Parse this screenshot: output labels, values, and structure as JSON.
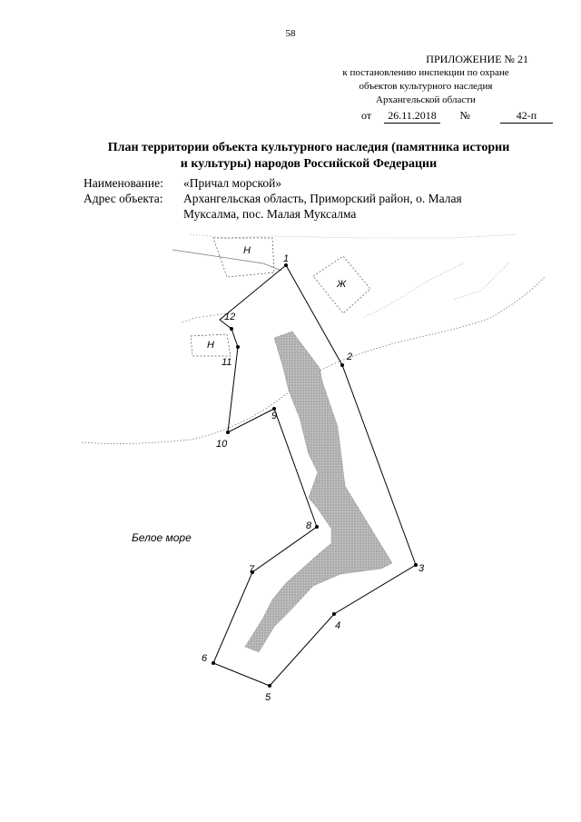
{
  "page_number": "58",
  "appendix": {
    "title": "ПРИЛОЖЕНИЕ № 21",
    "lines": [
      "к постановлению инспекции по охране",
      "объектов культурного наследия",
      "Архангельской области"
    ],
    "from_label": "от",
    "date": "26.11.2018",
    "number_label": "№",
    "number": "42-п"
  },
  "plan_title": [
    "План территории объекта культурного наследия (памятника истории",
    "и культуры) народов Российской Федерации"
  ],
  "name_label": "Наименование:",
  "name_value": "«Причал морской»",
  "address_label": "Адрес объекта:",
  "address_lines": [
    "Архангельская область, Приморский район, о. Малая",
    "Муксалма, пос. Малая Муксалма"
  ],
  "map": {
    "sea_label": "Белое море",
    "building_labels": [
      "Н",
      "Ж",
      "Н"
    ],
    "points": [
      "1",
      "2",
      "3",
      "4",
      "5",
      "6",
      "7",
      "8",
      "9",
      "10",
      "11",
      "12"
    ]
  }
}
